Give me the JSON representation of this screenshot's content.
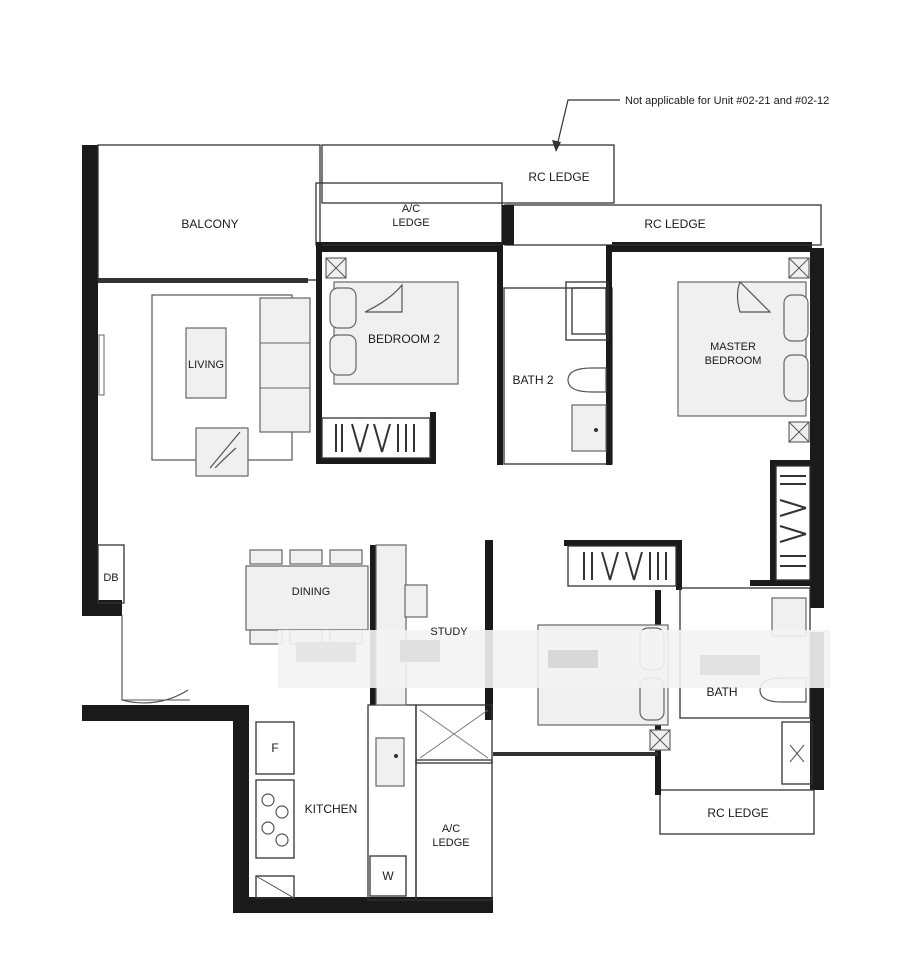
{
  "note": "Not applicable for Unit #02-21 and #02-12",
  "rooms": {
    "balcony": "BALCONY",
    "ac_ledge_top_line1": "A/C",
    "ac_ledge_top_line2": "LEDGE",
    "rc_ledge_top": "RC LEDGE",
    "rc_ledge_right": "RC LEDGE",
    "bedroom2": "BEDROOM 2",
    "bath2": "BATH 2",
    "master_line1": "MASTER",
    "master_line2": "BEDROOM",
    "living": "LIVING",
    "db": "DB",
    "dining": "DINING",
    "study": "STUDY",
    "bath": "BATH",
    "kitchen": "KITCHEN",
    "fridge": "F",
    "washer": "W",
    "ac_ledge_bottom_line1": "A/C",
    "ac_ledge_bottom_line2": "LEDGE",
    "rc_ledge_bottom": "RC LEDGE"
  }
}
